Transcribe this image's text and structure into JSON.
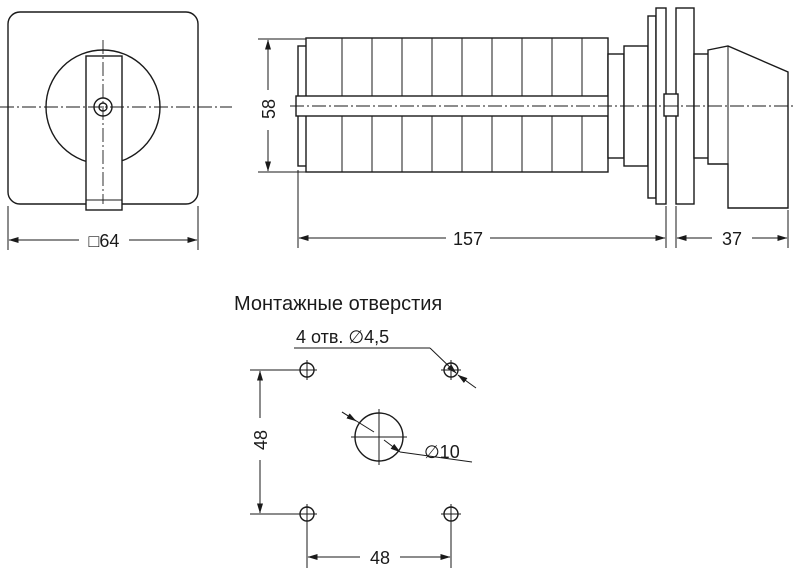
{
  "front_view": {
    "dim_width": "□64"
  },
  "side_view": {
    "dim_height": "58",
    "dim_length": "157",
    "dim_depth": "37"
  },
  "mounting": {
    "title": "Монтажные отверстия",
    "holes_label": "4 отв. ∅4,5",
    "center_hole_label": "∅10",
    "dim_vertical": "48",
    "dim_horizontal": "48"
  }
}
